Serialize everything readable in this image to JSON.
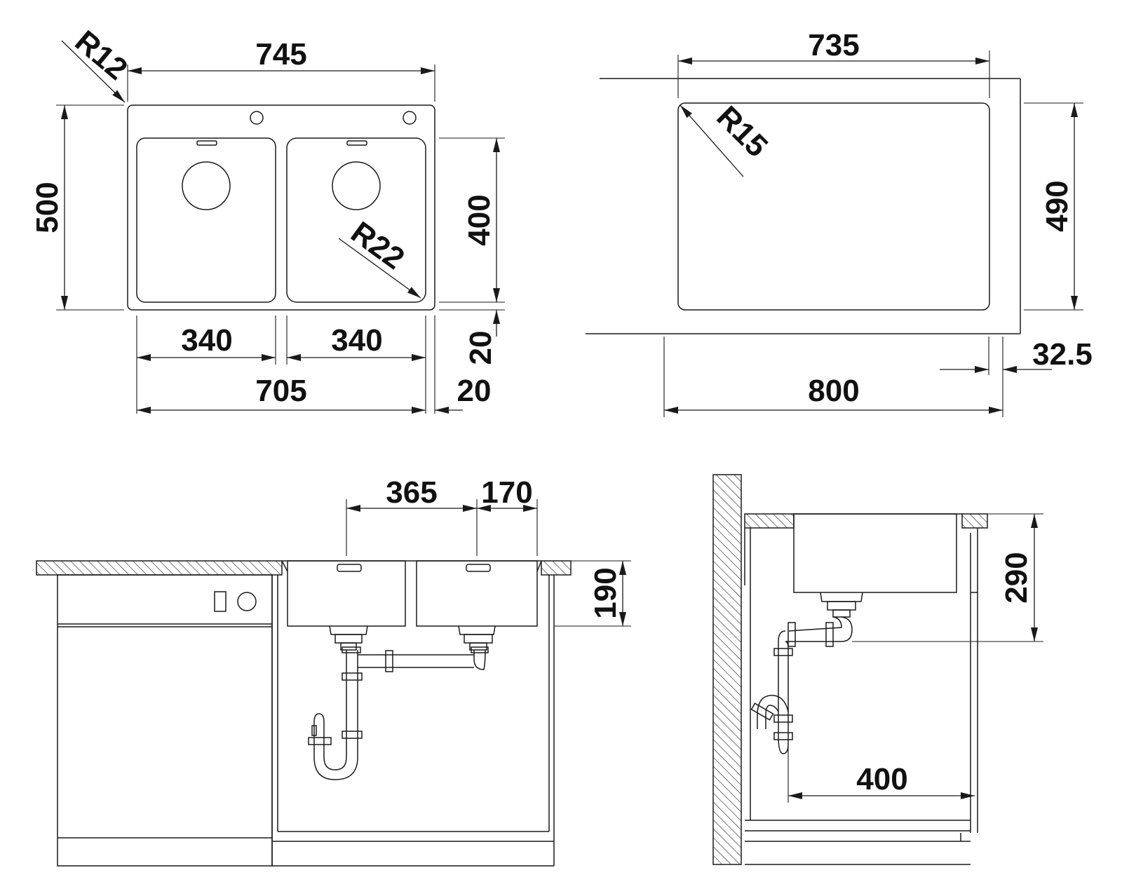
{
  "colors": {
    "line": "#1a1a1a",
    "background": "#ffffff"
  },
  "dimensions": {
    "top_left": {
      "overall_width": "745",
      "corner_radius": "R12",
      "overall_depth": "500",
      "bowl_depth": "400",
      "inner_radius": "R22",
      "bowl_left_width": "340",
      "bowl_right_width": "340",
      "bowl_span": "705",
      "rim_offset_side": "20",
      "rim_offset_bottom": "20"
    },
    "top_right": {
      "cutout_width": "735",
      "cutout_radius": "R15",
      "cutout_depth": "490",
      "offset": "32.5",
      "cabinet_width": "800"
    },
    "bottom_left": {
      "drain_spacing": "365",
      "drain_offset": "170",
      "bowl_height": "190"
    },
    "bottom_right": {
      "depth_to_drain": "290",
      "drain_distance": "400"
    }
  }
}
